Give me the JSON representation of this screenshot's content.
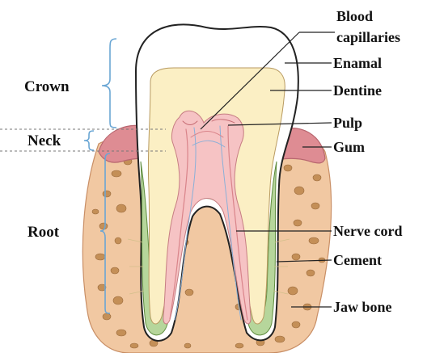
{
  "diagram": {
    "left_labels": {
      "crown": "Crown",
      "neck": "Neck",
      "root": "Root"
    },
    "right_labels": {
      "blood_capillaries_line1": "Blood",
      "blood_capillaries_line2": "capillaries",
      "enamal": "Enamal",
      "dentine": "Dentine",
      "pulp": "Pulp",
      "gum": "Gum",
      "nerve_cord": "Nerve cord",
      "cement": "Cement",
      "jaw_bone": "Jaw bone"
    },
    "colors": {
      "bone": "#f1c8a2",
      "bone_speckle": "#c48f57",
      "gum": "#de8c93",
      "enamel": "#ffffff",
      "dentine": "#fbefc4",
      "pulp": "#f6c3c4",
      "cement": "#b6d69b",
      "bracket": "#6aa6d4",
      "leader_line": "#222222"
    }
  }
}
